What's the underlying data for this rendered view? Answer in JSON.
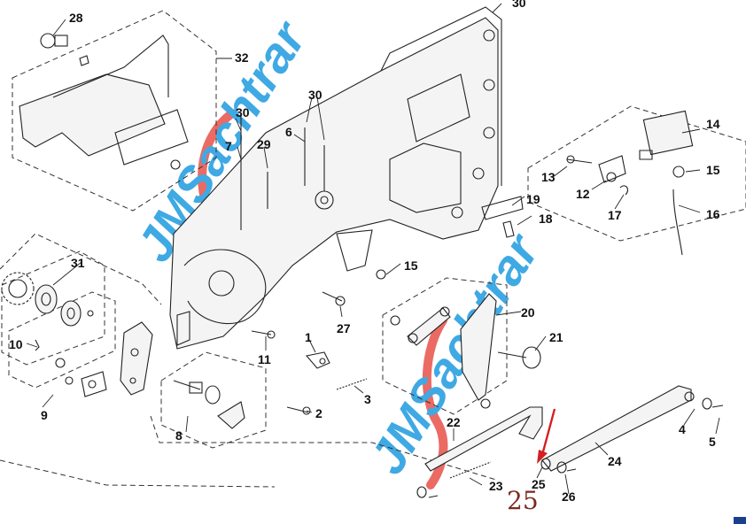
{
  "callouts": {
    "c1": "1",
    "c2": "2",
    "c3": "3",
    "c4": "4",
    "c5": "5",
    "c6": "6",
    "c7": "7",
    "c8": "8",
    "c9": "9",
    "c10": "10",
    "c11": "11",
    "c12": "12",
    "c13": "13",
    "c14": "14",
    "c15a": "15",
    "c15b": "15",
    "c16": "16",
    "c17": "17",
    "c18": "18",
    "c19": "19",
    "c20": "20",
    "c21": "21",
    "c22": "22",
    "c23": "23",
    "c24": "24",
    "c25": "25",
    "c26": "26",
    "c27": "27",
    "c28": "28",
    "c29": "29",
    "c30a": "30",
    "c30b": "30",
    "c30c": "30",
    "c31": "31",
    "c32": "32"
  },
  "highlight": {
    "label": "25"
  },
  "watermark": {
    "text": "JMSachtrar"
  },
  "colors": {
    "watermark_blue": "#1e9be0",
    "watermark_red": "#e8514a",
    "pointer_arrow": "#d42020",
    "highlight_text": "#7a2a22",
    "corner_icon": "#1b3f8f"
  },
  "icons": {
    "corner": "window-corner-icon",
    "pointer": "red-arrow-icon"
  }
}
